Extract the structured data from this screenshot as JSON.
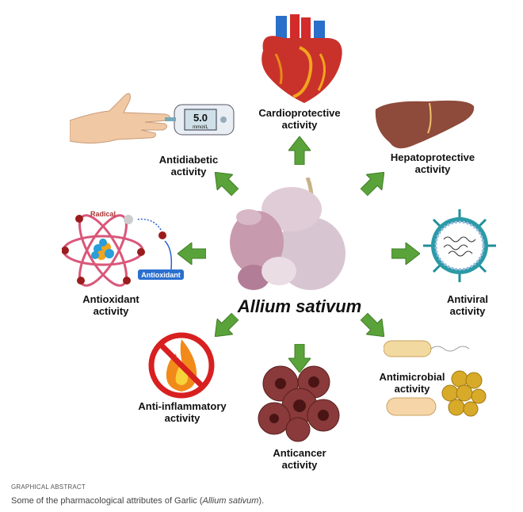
{
  "title": "Allium sativum",
  "activities": {
    "cardio": [
      "Cardioprotective",
      "activity"
    ],
    "hepato": [
      "Hepatoprotective",
      "activity"
    ],
    "antidiabetic": [
      "Antidiabetic",
      "activity"
    ],
    "antioxidant": [
      "Antioxidant",
      "activity"
    ],
    "antiviral": [
      "Antiviral",
      "activity"
    ],
    "antiinflammatory": [
      "Anti-inflammatory",
      "activity"
    ],
    "anticancer": [
      "Anticancer",
      "activity"
    ],
    "antimicrobial": [
      "Antimicrobial",
      "activity"
    ]
  },
  "glucometer": {
    "reading": "5.0",
    "unit": "mmol/L"
  },
  "atom": {
    "radical_label": "Radical",
    "antioxidant_label": "Antioxidant"
  },
  "caption": {
    "heading": "GRAPHICAL ABSTRACT",
    "text_prefix": "Some of the pharmacological attributes of Garlic (",
    "text_italic": "Allium sativum",
    "text_suffix": ")."
  },
  "colors": {
    "arrow": "#5aa23a",
    "arrow_border": "#3f7d25"
  }
}
